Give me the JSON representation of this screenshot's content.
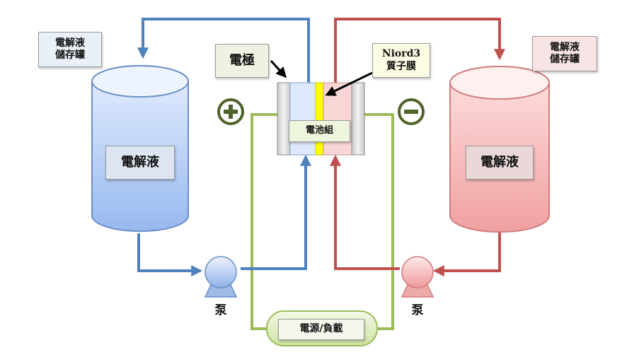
{
  "left_tank": {
    "tag": "電解液\n儲存罐",
    "label": "電解液",
    "tag_bg": "#e9f0f8",
    "fill_top": "#e6efff",
    "fill_bottom": "#98b9ef",
    "stroke": "#6c8fc9"
  },
  "right_tank": {
    "tag": "電解液\n儲存罐",
    "label": "電解液",
    "tag_bg": "#f6e3e3",
    "fill_top": "#ffe1e1",
    "fill_bottom": "#f0a0a0",
    "stroke": "#d07d7d"
  },
  "electrode_label": "電極",
  "membrane_label": "Niord3\n質子膜",
  "cell_label": "電池組",
  "left_pump_label": "泵",
  "right_pump_label": "泵",
  "power_label": "電源/負載",
  "positive_icon": "plus-circle-icon",
  "negative_icon": "minus-circle-icon",
  "colors": {
    "blue_line": "#4f81bd",
    "red_line": "#c0504d",
    "green_line": "#9bbb59",
    "membrane": "#ffff00",
    "sign": "#4f6228"
  }
}
